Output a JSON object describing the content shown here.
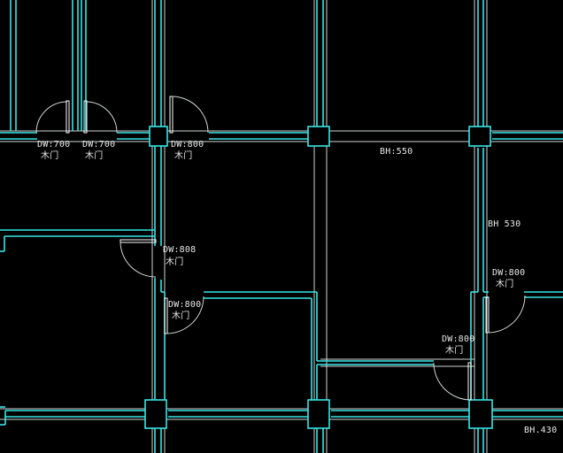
{
  "colors": {
    "wall": "#36e6e6",
    "line": "#cfd6d6",
    "door": "#ffffff",
    "background": "#000000"
  },
  "labels": {
    "dw700_a": "DW:700",
    "wood_a": "木门",
    "dw700_b": "DW:700",
    "wood_b": "木门",
    "dw800_top": "DW:800",
    "wood_top": "木门",
    "bh550": "BH:550",
    "bh530": "BH 530",
    "dw808": "DW:808",
    "wood_808": "木门",
    "dw800_mid": "DW:800",
    "wood_mid": "木门",
    "dw800_right": "DW:800",
    "wood_right": "木门",
    "dw800_low": "DW:800",
    "wood_low": "木门",
    "bh430": "BH.430"
  }
}
